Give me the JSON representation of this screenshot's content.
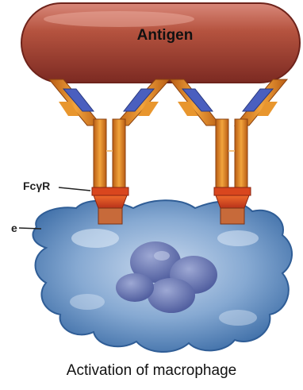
{
  "labels": {
    "antigen": "Antigen",
    "receptor": "FcγR",
    "macrophage_fragment": "e"
  },
  "caption": "Activation of macrophage",
  "colors": {
    "antigen": "#a8463a",
    "antibody": "#e2892a",
    "antibody_light_chain": "#4a5fbf",
    "receptor": "#d9461e",
    "macrophage": "#7fa6cf"
  },
  "components": [
    "antigen",
    "antibody-left",
    "antibody-right",
    "fc-receptor-left",
    "fc-receptor-right",
    "macrophage"
  ]
}
